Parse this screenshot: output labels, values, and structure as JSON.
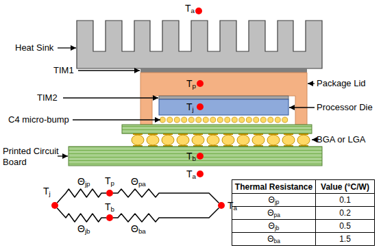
{
  "diagram": {
    "nodes": [
      {
        "text": [
          "Tj"
        ]
      },
      {
        "text": [
          "Tp"
        ]
      },
      {
        "text": [
          "Tb"
        ]
      },
      {
        "text": [
          "Ta"
        ]
      }
    ],
    "edges": [
      {
        "from": 0,
        "to": 1,
        "arrow": "none",
        "label": "Θjp"
      },
      {
        "from": 1,
        "to": 3,
        "arrow": "none",
        "label": "Θpa"
      },
      {
        "from": 0,
        "to": 2,
        "arrow": "none",
        "label": "Θjb"
      },
      {
        "from": 2,
        "to": 3,
        "arrow": "none",
        "label": "Θba"
      }
    ],
    "labels": [
      "Ta",
      "Heat Sink",
      "TIM1",
      "Tp",
      "Package Lid",
      "TIM2",
      "Tj",
      "Processor Die",
      "C4 micro-bump",
      "BGA or LGA",
      "Printed Circuit Board",
      "Tb",
      "Ta",
      "Thermal Resistance",
      "Value (°C/W)",
      "Θjp",
      "0.1",
      "Θpa",
      "0.2",
      "Θjb",
      "0.5",
      "Θba",
      "1.5"
    ]
  }
}
